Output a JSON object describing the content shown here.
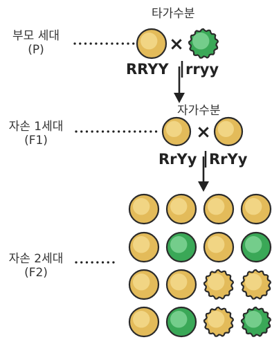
{
  "generations": {
    "p": {
      "label": "부모 세대",
      "symbol": "(P)",
      "cross_label": "타가수분",
      "genotypes": [
        "RRYY",
        "rryy"
      ],
      "cross_sign": "×"
    },
    "f1": {
      "label": "자손 1세대",
      "symbol": "(F1)",
      "cross_label": "자가수분",
      "genotypes": [
        "RrYy",
        "RrYy"
      ],
      "cross_sign": "×"
    },
    "f2": {
      "label": "자손 2세대",
      "symbol": "(F2)"
    }
  },
  "pea_types": {
    "round_yellow": {
      "shape": "round",
      "color": "yellow"
    },
    "round_green": {
      "shape": "round",
      "color": "green"
    },
    "wrinkled_yellow": {
      "shape": "wrinkled",
      "color": "yellow"
    },
    "wrinkled_green": {
      "shape": "wrinkled",
      "color": "green"
    }
  },
  "parents": [
    "round_yellow",
    "wrinkled_green"
  ],
  "f1_peas": [
    "round_yellow",
    "round_yellow"
  ],
  "f2_grid": [
    [
      "round_yellow",
      "round_yellow",
      "round_yellow",
      "round_yellow"
    ],
    [
      "round_yellow",
      "round_green",
      "round_yellow",
      "round_green"
    ],
    [
      "round_yellow",
      "round_yellow",
      "wrinkled_yellow",
      "wrinkled_yellow"
    ],
    [
      "round_yellow",
      "round_green",
      "wrinkled_yellow",
      "wrinkled_green"
    ]
  ],
  "colors": {
    "yellow_fill": "#e3bb5a",
    "yellow_highlight": "#f3d98c",
    "yellow_stroke": "#2a2a2a",
    "green_fill": "#3aa857",
    "green_highlight": "#7fd394",
    "green_stroke": "#2a2a2a",
    "text": "#222222"
  }
}
